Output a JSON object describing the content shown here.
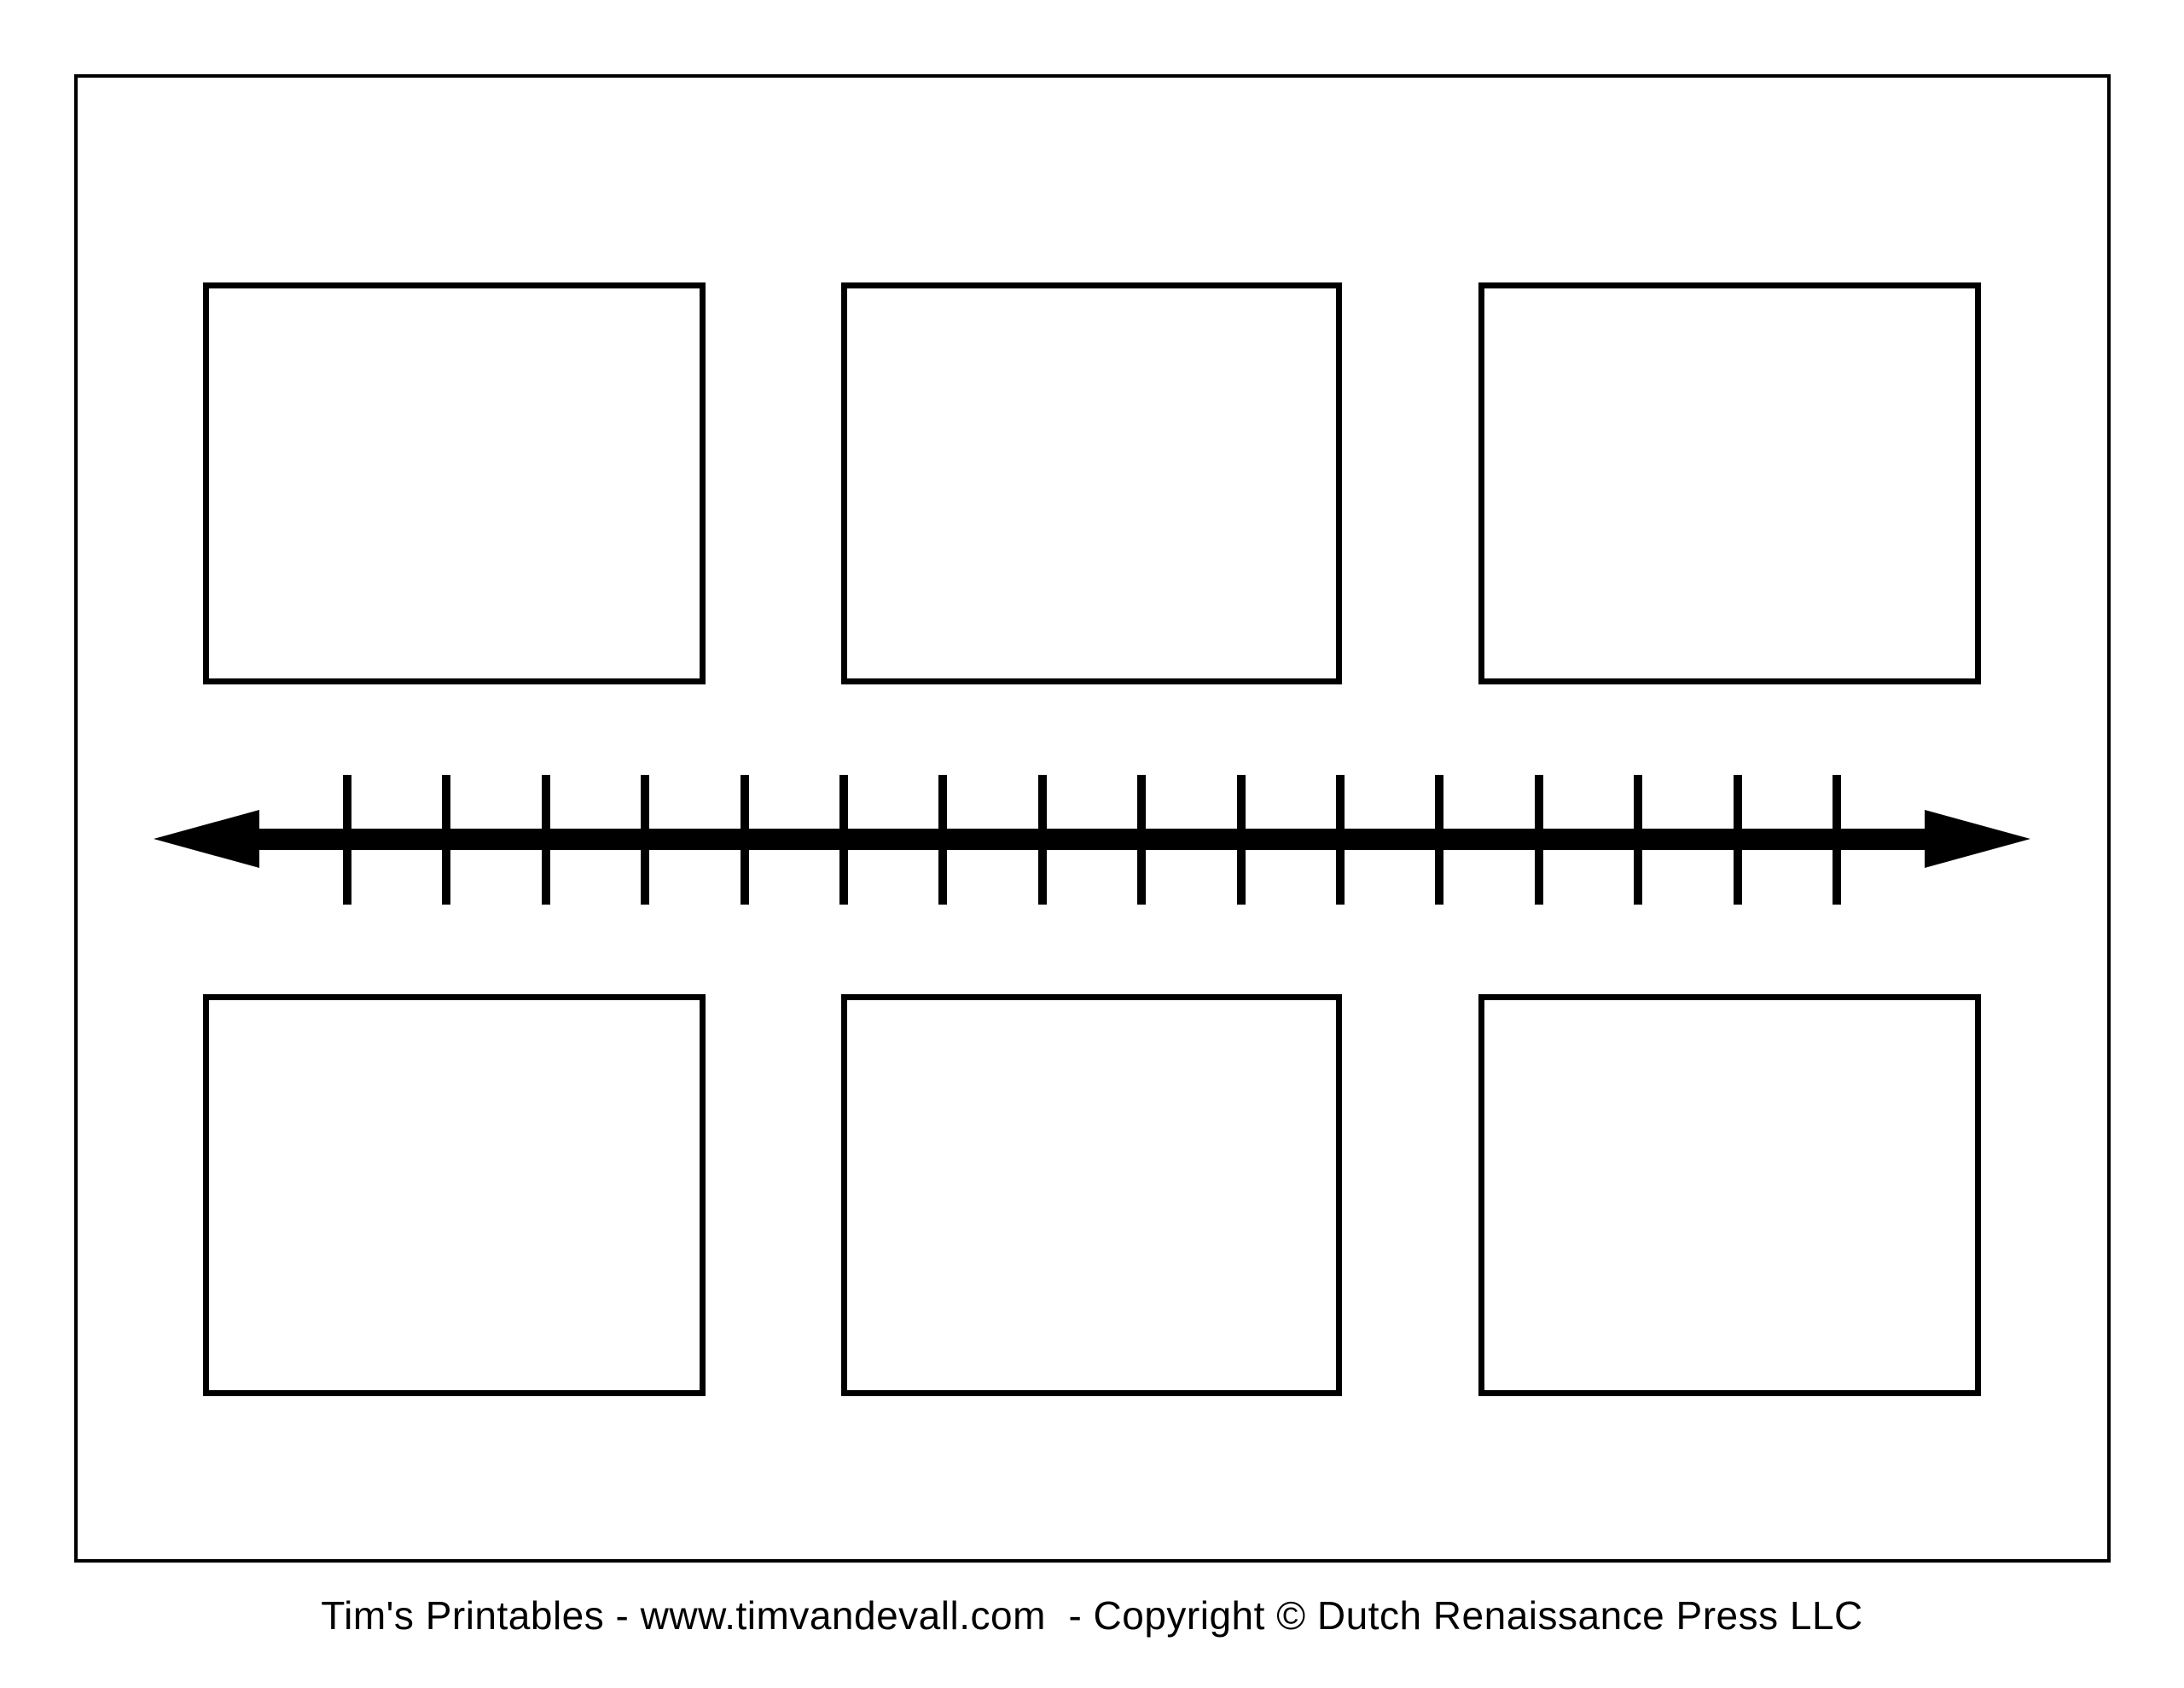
{
  "page": {
    "background_color": "#ffffff",
    "ink_color": "#000000"
  },
  "timeline": {
    "tick_count": 16,
    "arrowheads": "both-ends",
    "event_box_count_top": 3,
    "event_box_count_bottom": 3,
    "event_box_text": ""
  },
  "footer": {
    "credit_text": "Tim's Printables - www.timvandevall.com  - Copyright © Dutch Renaissance Press LLC"
  }
}
